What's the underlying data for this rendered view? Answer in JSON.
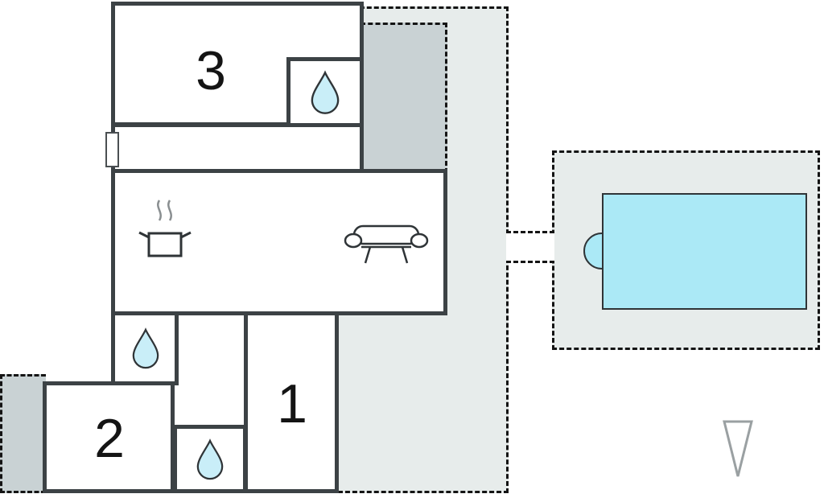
{
  "floor_plan": {
    "rooms": [
      {
        "name": "bedroom-3",
        "label": "3"
      },
      {
        "name": "bedroom-1",
        "label": "1"
      },
      {
        "name": "bedroom-2",
        "label": "2"
      }
    ],
    "features": {
      "bathrooms_with_water_drop": 3,
      "kitchen_icon": "stove-pot-with-steam",
      "living_room_icon": "sofa",
      "pool": "swimming-pool",
      "orientation_marker": "north-arrow"
    },
    "colors": {
      "wall": "#3c4245",
      "room_fill": "#ffffff",
      "terrace_fill": "#e7eceb",
      "terrace_shaded_fill": "#c9d2d4",
      "pool_water": "#abe9f6",
      "water_drop_fill": "#c9eef8",
      "dashed_outline": "#141414",
      "north_arrow_stroke": "#9aa0a2"
    }
  }
}
